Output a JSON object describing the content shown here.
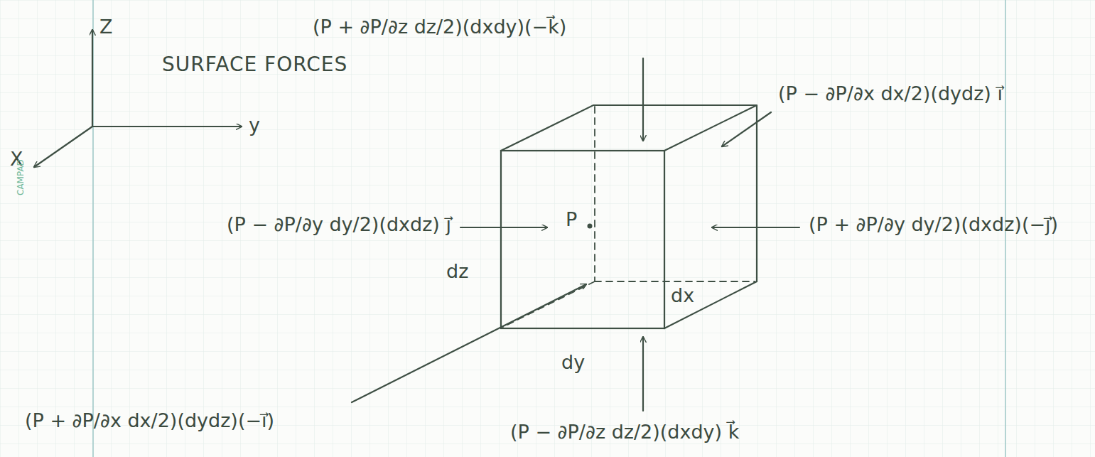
{
  "diagram": {
    "title": "SURFACE FORCES",
    "labels": [
      "(P + ∂P/∂z dz/2)(dxdy)(−k⃗)",
      "(P − ∂P/∂x dx/2)(dydz) i⃗",
      "(P − ∂P/∂y dy/2)(dxdz) j⃗",
      "(P + ∂P/∂y dy/2)(dxdz)(−j⃗)",
      "(P + ∂P/∂x dx/2)(dydz)(−i⃗)",
      "(P − ∂P/∂z dz/2)(dxdy) k⃗",
      "P",
      "dz",
      "dy",
      "dx",
      "Z",
      "y",
      "X",
      "CAMPAD"
    ]
  }
}
